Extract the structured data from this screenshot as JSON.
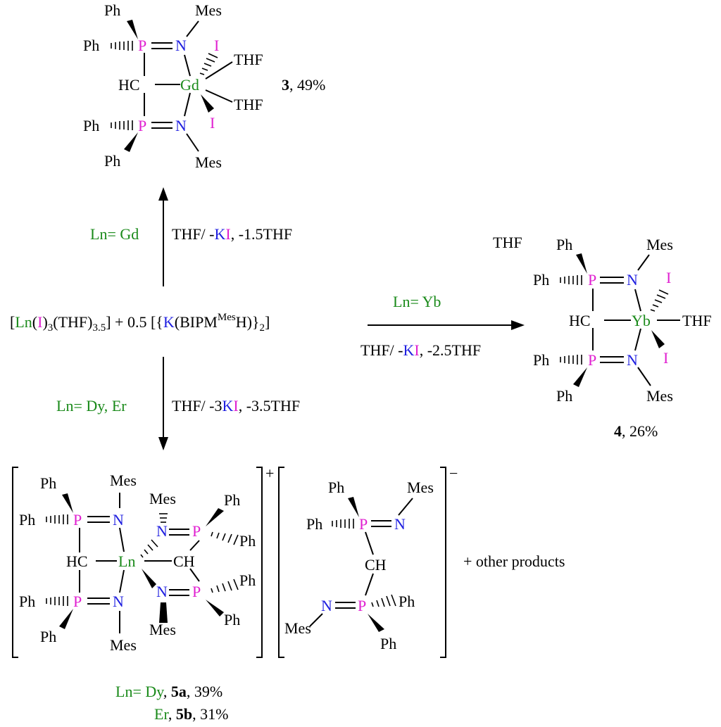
{
  "common": {
    "ph": "Ph",
    "mes": "Mes",
    "p": "P",
    "n": "N",
    "i": "I",
    "thf": "THF",
    "hc": "HC",
    "ch": "CH"
  },
  "compound3": {
    "metal": "Gd",
    "label_num": "3",
    "label_yield": ", 49%"
  },
  "compound4": {
    "metal": "Yb",
    "label_num": "4",
    "label_yield": ", 26%",
    "lattice_solvent": "THF"
  },
  "compound5": {
    "metal": "Ln",
    "cation_charge": "+",
    "anion_charge": "−",
    "other_products": "+ other products",
    "label_dy_ln": "Ln= Dy",
    "label_dy_num": "5a",
    "label_dy_yield": ", 39%",
    "label_er_ln": "Er",
    "label_er_num": "5b",
    "label_er_yield": ", 31%"
  },
  "reactants": {
    "part1": "[",
    "ln": "Ln",
    "part2": "(",
    "iodide": "I",
    "part3": ")",
    "sub3": "3",
    "part4": "(THF)",
    "sub35": "3.5",
    "part5": "] + 0.5 [{",
    "k": "K",
    "part6": "(BIPM",
    "sup_mes": "Mes",
    "part7": "H)}",
    "sub2": "2",
    "part8": "]"
  },
  "arrows": {
    "gd": {
      "condition": "Ln= Gd",
      "reagent_pre": "THF/ -",
      "k": "K",
      "i": "I",
      "reagent_post": ", -1.5THF"
    },
    "yb": {
      "condition": "Ln= Yb",
      "reagent_pre": "THF/ -",
      "k": "K",
      "i": "I",
      "reagent_post": ", -2.5THF"
    },
    "dyer": {
      "condition_pre": "Ln= Dy, ",
      "condition_er": "Er",
      "reagent_pre": "THF/ -3",
      "k": "K",
      "i": "I",
      "reagent_post": ", -3.5THF"
    }
  }
}
